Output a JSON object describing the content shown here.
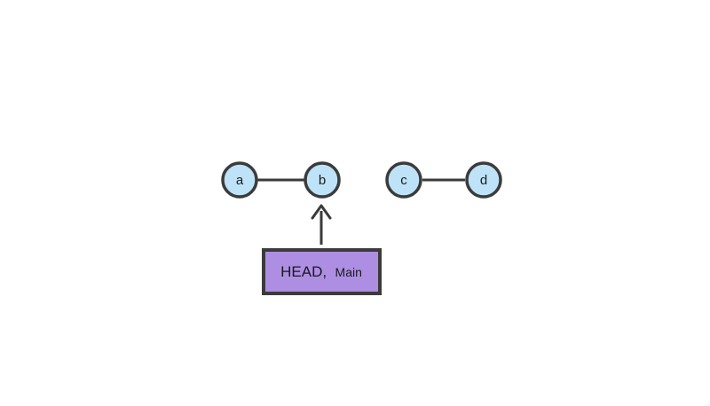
{
  "colors": {
    "background": "#ffffff",
    "stroke": "#3b3b3b",
    "node_fill": "#bee3f8",
    "box_fill": "#ad8ee3",
    "text": "#1a1a1a"
  },
  "nodes": [
    {
      "label": "a"
    },
    {
      "label": "b"
    },
    {
      "label": "c"
    },
    {
      "label": "d"
    }
  ],
  "edges": [
    {
      "from": "a",
      "to": "b"
    },
    {
      "from": "c",
      "to": "d"
    }
  ],
  "head_box": {
    "label_primary": "HEAD,",
    "label_secondary": "Main",
    "points_to": "b"
  }
}
